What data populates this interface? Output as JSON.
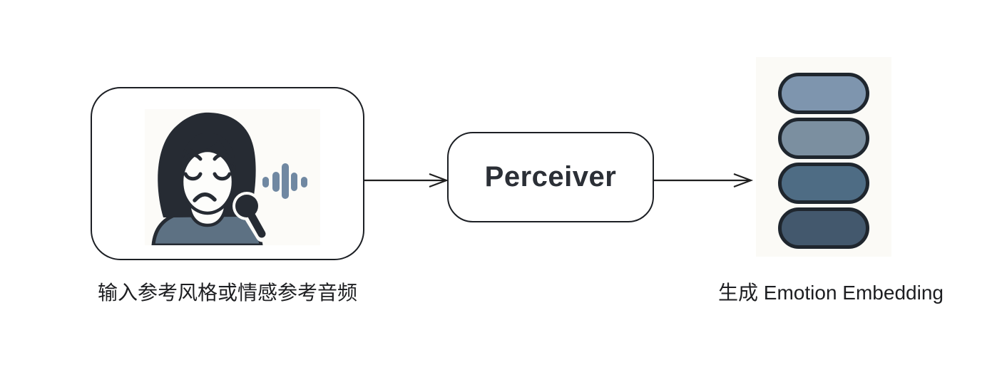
{
  "flow": {
    "input_box": {
      "caption": "输入参考风格或情感参考音频",
      "illustration": "sad-woman-speaking-into-microphone-with-soundwave",
      "colors": {
        "outline": "#262b33",
        "hair": "#262b33",
        "face": "#fdfdfb",
        "shirt": "#5d7183",
        "soundwave": "#7088a2",
        "photo_background": "#fcfbf8",
        "box_border": "#1c1f24"
      }
    },
    "perceiver_box": {
      "label": "Perceiver",
      "text_color": "#2b2f36"
    },
    "embedding": {
      "caption": "生成 Emotion Embedding",
      "panel_background": "#fbfaf6",
      "pill_border": "#1f262e",
      "pill_colors": [
        "#7e95ae",
        "#7b8fa0",
        "#4e6c84",
        "#43586d"
      ]
    },
    "arrow_color": "#1f1f1f"
  }
}
